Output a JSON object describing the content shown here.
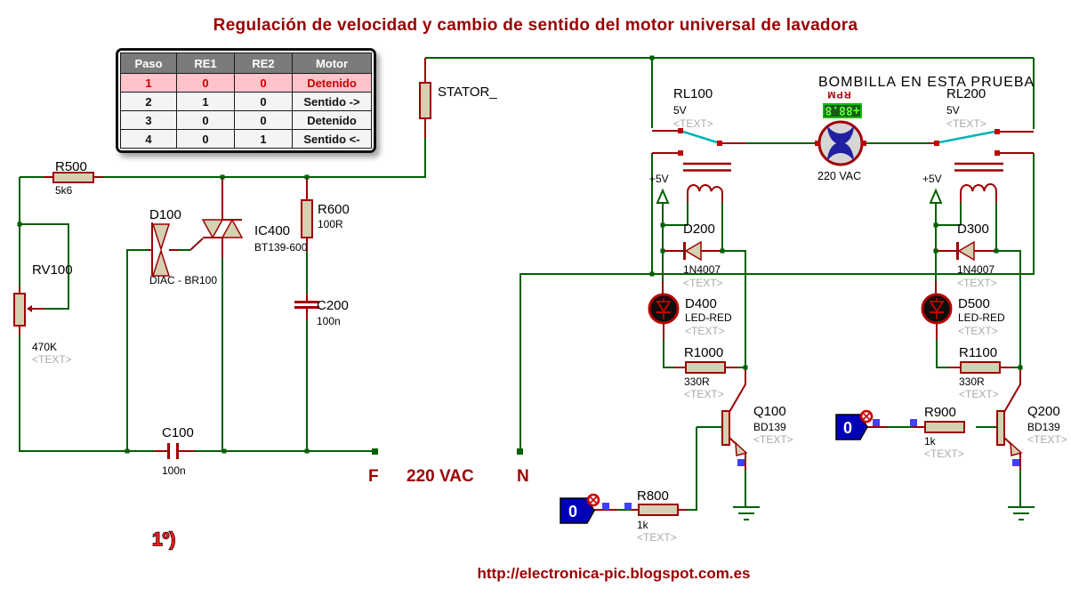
{
  "title": "Regulación de velocidad y cambio de sentido del motor universal de lavadora",
  "truth_table": {
    "headers": [
      "Paso",
      "RE1",
      "RE2",
      "Motor"
    ],
    "rows": [
      [
        "1",
        "0",
        "0",
        "Detenido"
      ],
      [
        "2",
        "1",
        "0",
        "Sentido ->"
      ],
      [
        "3",
        "0",
        "0",
        "Detenido"
      ],
      [
        "4",
        "0",
        "1",
        "Sentido <-"
      ]
    ]
  },
  "components": {
    "r500": {
      "ref": "R500",
      "value": "5k6"
    },
    "rv100": {
      "ref": "RV100",
      "value": "470K",
      "text": "<TEXT>"
    },
    "d100": {
      "ref": "D100",
      "value": "DIAC - BR100"
    },
    "ic400": {
      "ref": "IC400",
      "value": "BT139-600"
    },
    "r600": {
      "ref": "R600",
      "value": "100R"
    },
    "c200": {
      "ref": "C200",
      "value": "100n"
    },
    "c100": {
      "ref": "C100",
      "value": "100n"
    },
    "stator": {
      "ref": "STATOR_"
    },
    "rl100": {
      "ref": "RL100",
      "value": "5V",
      "text": "<TEXT>"
    },
    "rl200": {
      "ref": "RL200",
      "value": "5V",
      "text": "<TEXT>"
    },
    "lamp": {
      "label": "220 VAC"
    },
    "d200": {
      "ref": "D200",
      "value": "1N4007",
      "text": "<TEXT>"
    },
    "d300": {
      "ref": "D300",
      "value": "1N4007",
      "text": "<TEXT>"
    },
    "d400": {
      "ref": "D400",
      "value": "LED-RED",
      "text": "<TEXT>"
    },
    "d500": {
      "ref": "D500",
      "value": "LED-RED",
      "text": "<TEXT>"
    },
    "r1000": {
      "ref": "R1000",
      "value": "330R",
      "text": "<TEXT>"
    },
    "r1100": {
      "ref": "R1100",
      "value": "330R",
      "text": "<TEXT>"
    },
    "q100": {
      "ref": "Q100",
      "value": "BD139",
      "text": "<TEXT>"
    },
    "q200": {
      "ref": "Q200",
      "value": "BD139",
      "text": "<TEXT>"
    },
    "r800": {
      "ref": "R800",
      "value": "1k",
      "text": "<TEXT>"
    },
    "r900": {
      "ref": "R900",
      "value": "1k",
      "text": "<TEXT>"
    }
  },
  "annotations": {
    "bombilla": "BOMBILLA EN ESTA PRUEBA",
    "rpm_label": "RPM",
    "rpm_value": "+88.8",
    "phase": "F",
    "mains": "220 VAC",
    "neutral": "N",
    "vcc": "+5V",
    "logic_left": "0",
    "logic_right": "0",
    "step": "1º)",
    "url": "http://electronica-pic.blogspot.com.es"
  },
  "colors": {
    "wire": "#006000",
    "lead": "#9c0000",
    "component_body": "#d6d0b2",
    "accent_red": "#990000",
    "switch_blade": "#00b4b4",
    "logic_blue": "#0000b8",
    "display_green": "#6aff3a"
  }
}
